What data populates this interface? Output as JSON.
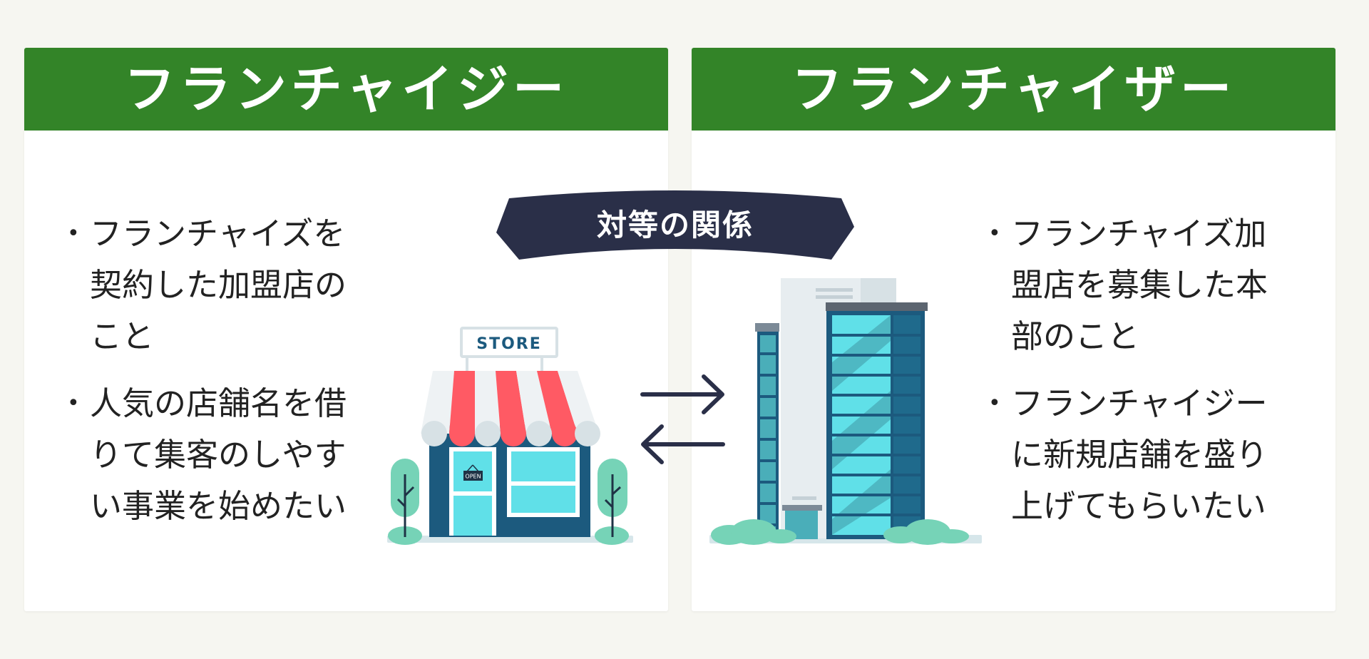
{
  "left_panel": {
    "title": "フランチャイジー",
    "bullets": [
      "フランチャイズを契約した加盟店のこと",
      "人気の店舗名を借りて集客のしやすい事業を始めたい"
    ],
    "store_sign": "STORE",
    "open_sign": "OPEN"
  },
  "right_panel": {
    "title": "フランチャイザー",
    "bullets": [
      "フランチャイズ加盟店を募集した本部のこと",
      "フランチャイジーに新規店舗を盛り上げてもらいたい"
    ]
  },
  "relation": {
    "label": "対等の関係"
  },
  "colors": {
    "header_green": "#338428",
    "ribbon_navy": "#2a2f48",
    "awning_red": "#ff5a64",
    "building_teal": "#60e0e8",
    "building_dark": "#1c5a7e"
  }
}
